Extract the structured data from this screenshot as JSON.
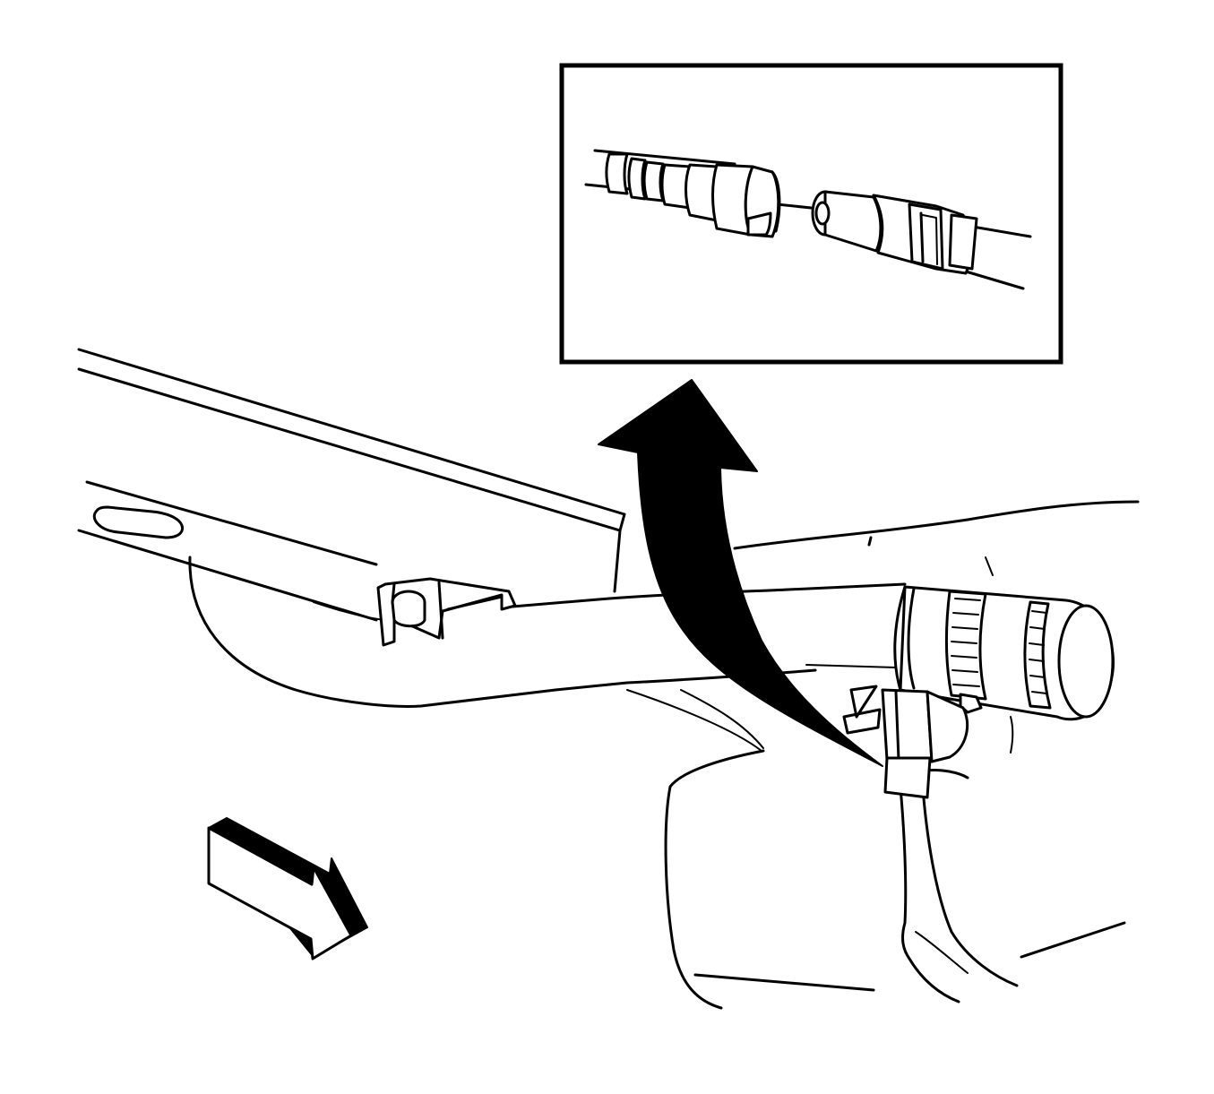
{
  "figure": {
    "kind": "line-art service illustration",
    "colors": {
      "ink": "#000000",
      "paper": "#ffffff"
    },
    "parts": [
      "frame-rail",
      "frame-crossmember",
      "mounting-bracket",
      "filler-pipe",
      "hose-clamp",
      "fuel-tank",
      "fuel-line",
      "line-retaining-clip",
      "quick-connect-fitting"
    ],
    "callout": {
      "type": "inset-detail",
      "shows": "quick-connect-fitting-disconnected"
    },
    "indicators": [
      {
        "type": "curved-arrow",
        "meaning": "detail-reference"
      },
      {
        "type": "direction-arrow",
        "meaning": "vehicle-front"
      }
    ]
  }
}
